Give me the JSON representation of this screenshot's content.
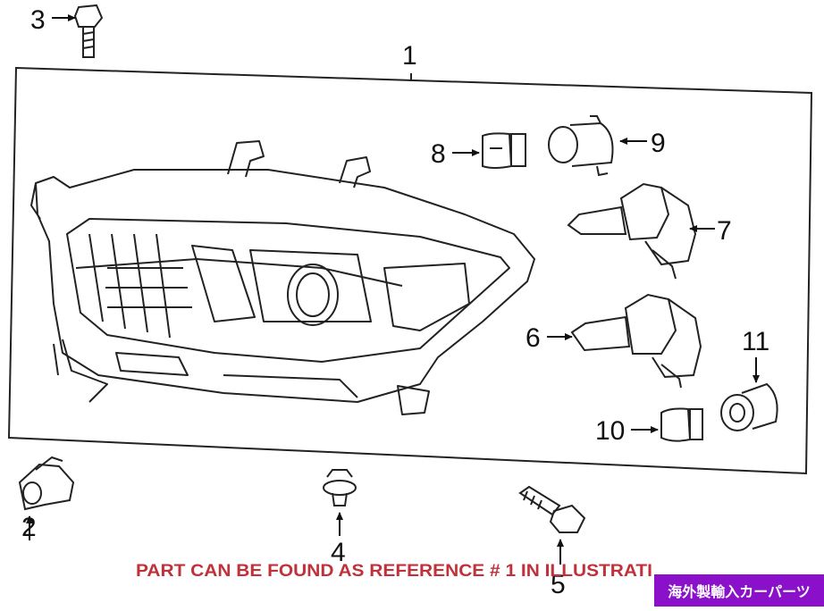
{
  "callouts": {
    "c1": "1",
    "c2": "2",
    "c3": "3",
    "c4": "4",
    "c5": "5",
    "c6": "6",
    "c7": "7",
    "c8": "8",
    "c9": "9",
    "c10": "10",
    "c11": "11"
  },
  "note": "PART CAN BE FOUND AS REFERENCE # 1 IN ILLUSTRATI",
  "banner": "海外製輸入カーパーツ",
  "colors": {
    "line": "#222222",
    "note": "#c0313a",
    "banner": "#8a10c9"
  }
}
